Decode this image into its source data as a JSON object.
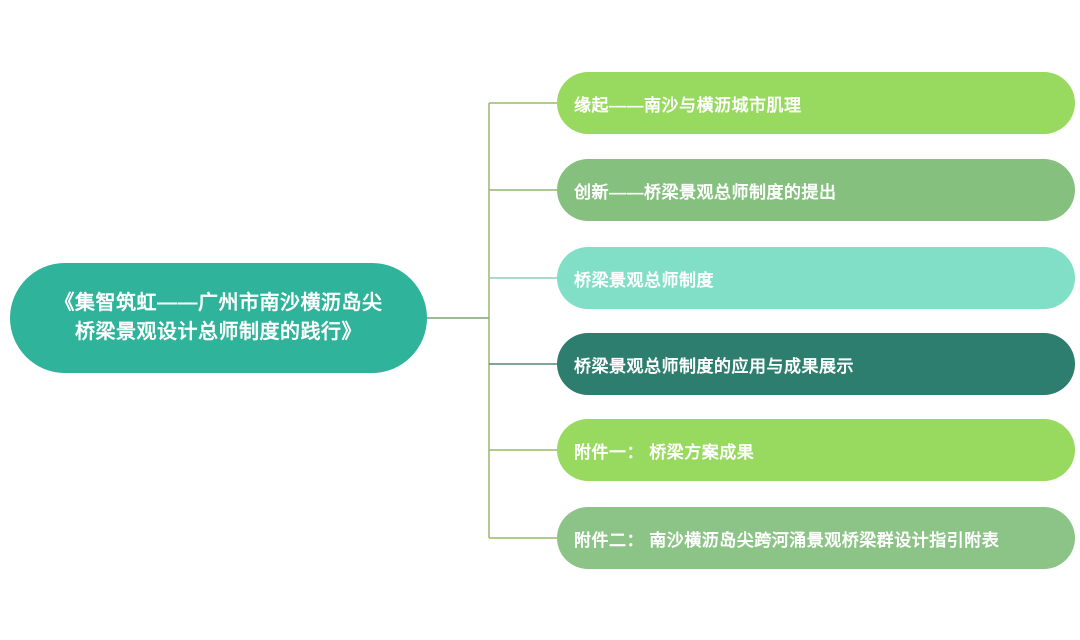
{
  "root": {
    "title_line1": "《集智筑虹——广州市南沙横沥岛尖",
    "title_line2": "桥梁景观设计总师制度的践行》",
    "color": "#2FB39A"
  },
  "connectors": {
    "root_line_color": "#7FA471",
    "trunk_color": "#93B167"
  },
  "branches": [
    {
      "label": "缘起——南沙与横沥城市肌理",
      "color": "#98D95F",
      "line_color": "#96BE62"
    },
    {
      "label": "创新——桥梁景观总师制度的提出",
      "color": "#86C07F",
      "line_color": "#8FB573"
    },
    {
      "label": "桥梁景观总师制度",
      "color": "#82DFC7",
      "line_color": "#8FCDB9"
    },
    {
      "label": "桥梁景观总师制度的应用与成果展示",
      "color": "#2E7E6F",
      "line_color": "#56887A"
    },
    {
      "label": "附件一： 桥梁方案成果",
      "color": "#98D95F",
      "line_color": "#96BE62"
    },
    {
      "label": "附件二： 南沙横沥岛尖跨河涌景观桥梁群设计指引附表",
      "color": "#8CC487",
      "line_color": "#96BE62"
    }
  ]
}
